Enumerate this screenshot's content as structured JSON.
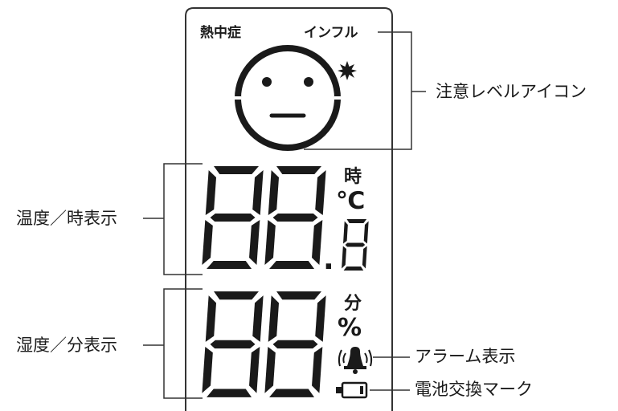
{
  "lcd": {
    "heatstroke_label": "熱中症",
    "influenza_label": "インフル",
    "temp_digits": "88",
    "decimal_point": ".",
    "decimal_digit": "8",
    "hour_unit": "時",
    "celsius_unit": "℃",
    "humidity_digits": "88",
    "minute_unit": "分",
    "percent_unit": "%"
  },
  "callouts": {
    "alert_level_icon": "注意レベルアイコン",
    "temperature_hour": "温度／時表示",
    "humidity_minute": "湿度／分表示",
    "alarm_display": "アラーム表示",
    "battery_mark": "電池交換マーク"
  },
  "icons": [
    "face-icon",
    "sparkle-icon",
    "bell-icon",
    "battery-icon"
  ],
  "colors": {
    "ink": "#1a1a1a",
    "frame": "#333333",
    "background": "#ffffff"
  }
}
